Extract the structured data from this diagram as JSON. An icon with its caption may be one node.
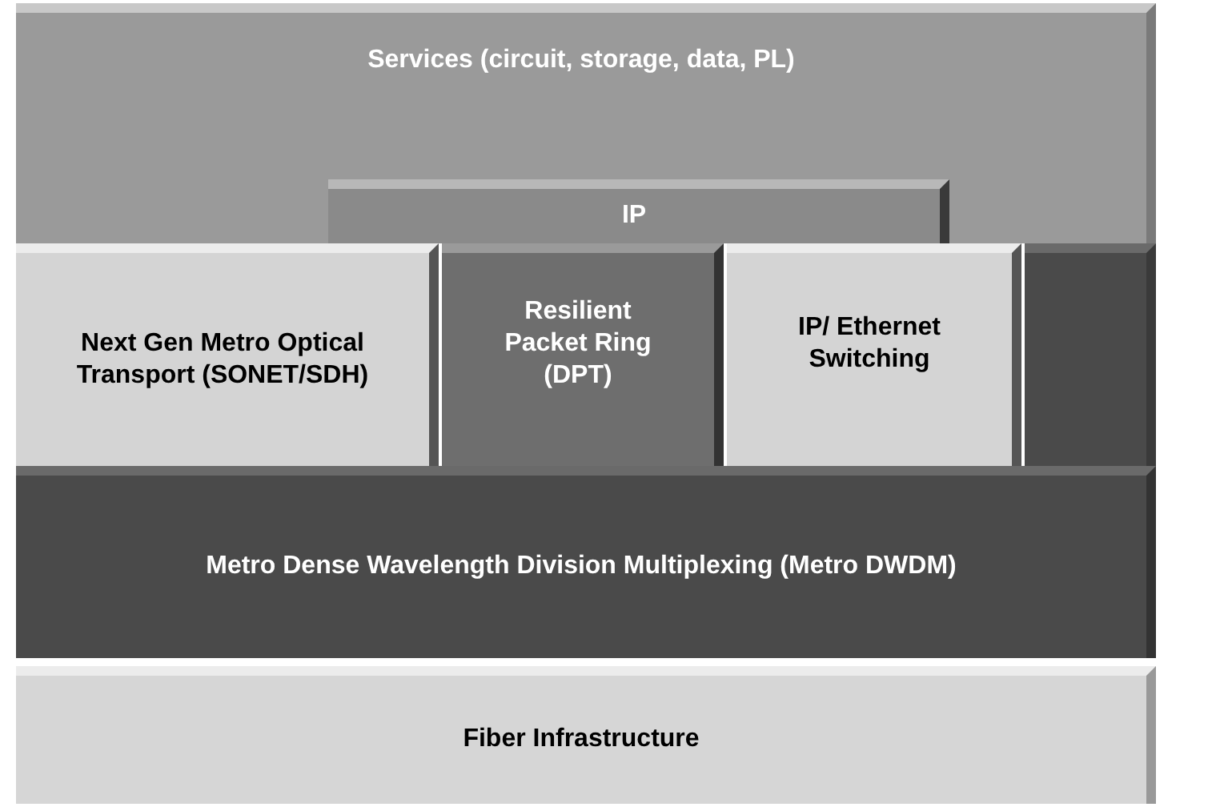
{
  "diagram": {
    "nodes": [
      {
        "text": [
          "Services (circuit, storage, data, PL)"
        ]
      },
      {
        "text": [
          "IP"
        ],
        "in": 0
      },
      {
        "text": [
          "Next Gen Metro Optical Transport (SONET/SDH)"
        ]
      },
      {
        "text": [
          "Resilient Packet Ring (DPT)"
        ]
      },
      {
        "text": [
          "IP/ Ethernet Switching"
        ]
      },
      {
        "text": [],
        "shape": "box"
      },
      {
        "text": [
          "Metro Dense Wavelength Division Multiplexing (Metro DWDM)"
        ]
      },
      {
        "text": [
          "Fiber Infrastructure"
        ]
      }
    ],
    "edges": []
  }
}
